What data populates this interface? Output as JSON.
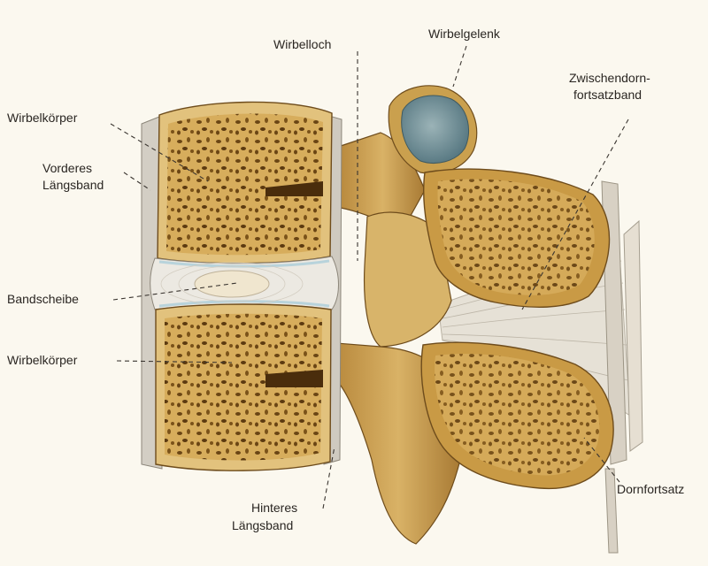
{
  "labels": {
    "wirbelloch": "Wirbelloch",
    "wirbelgelenk": "Wirbelgelenk",
    "zwischendorn_1": "Zwischendorn-",
    "zwischendorn_2": "fortsatzband",
    "wirbelkoerper_top": "Wirbelkörper",
    "vorderes_1": "Vorderes",
    "vorderes_2": "Längsband",
    "bandscheibe": "Bandscheibe",
    "wirbelkoerper_bottom": "Wirbelkörper",
    "hinteres_1": "Hinteres",
    "hinteres_2": "Längsband",
    "dornfortsatz": "Dornfortsatz"
  },
  "colors": {
    "background": "#fbf8ef",
    "bone_outer": "#c99a45",
    "bone_inner": "#d8b062",
    "bone_dark": "#5a3a12",
    "cortex": "#e7c983",
    "disc": "#eeeae2",
    "ligament": "#d9d4ca",
    "facet": "#6c8e98",
    "leader": "#3a3530"
  }
}
